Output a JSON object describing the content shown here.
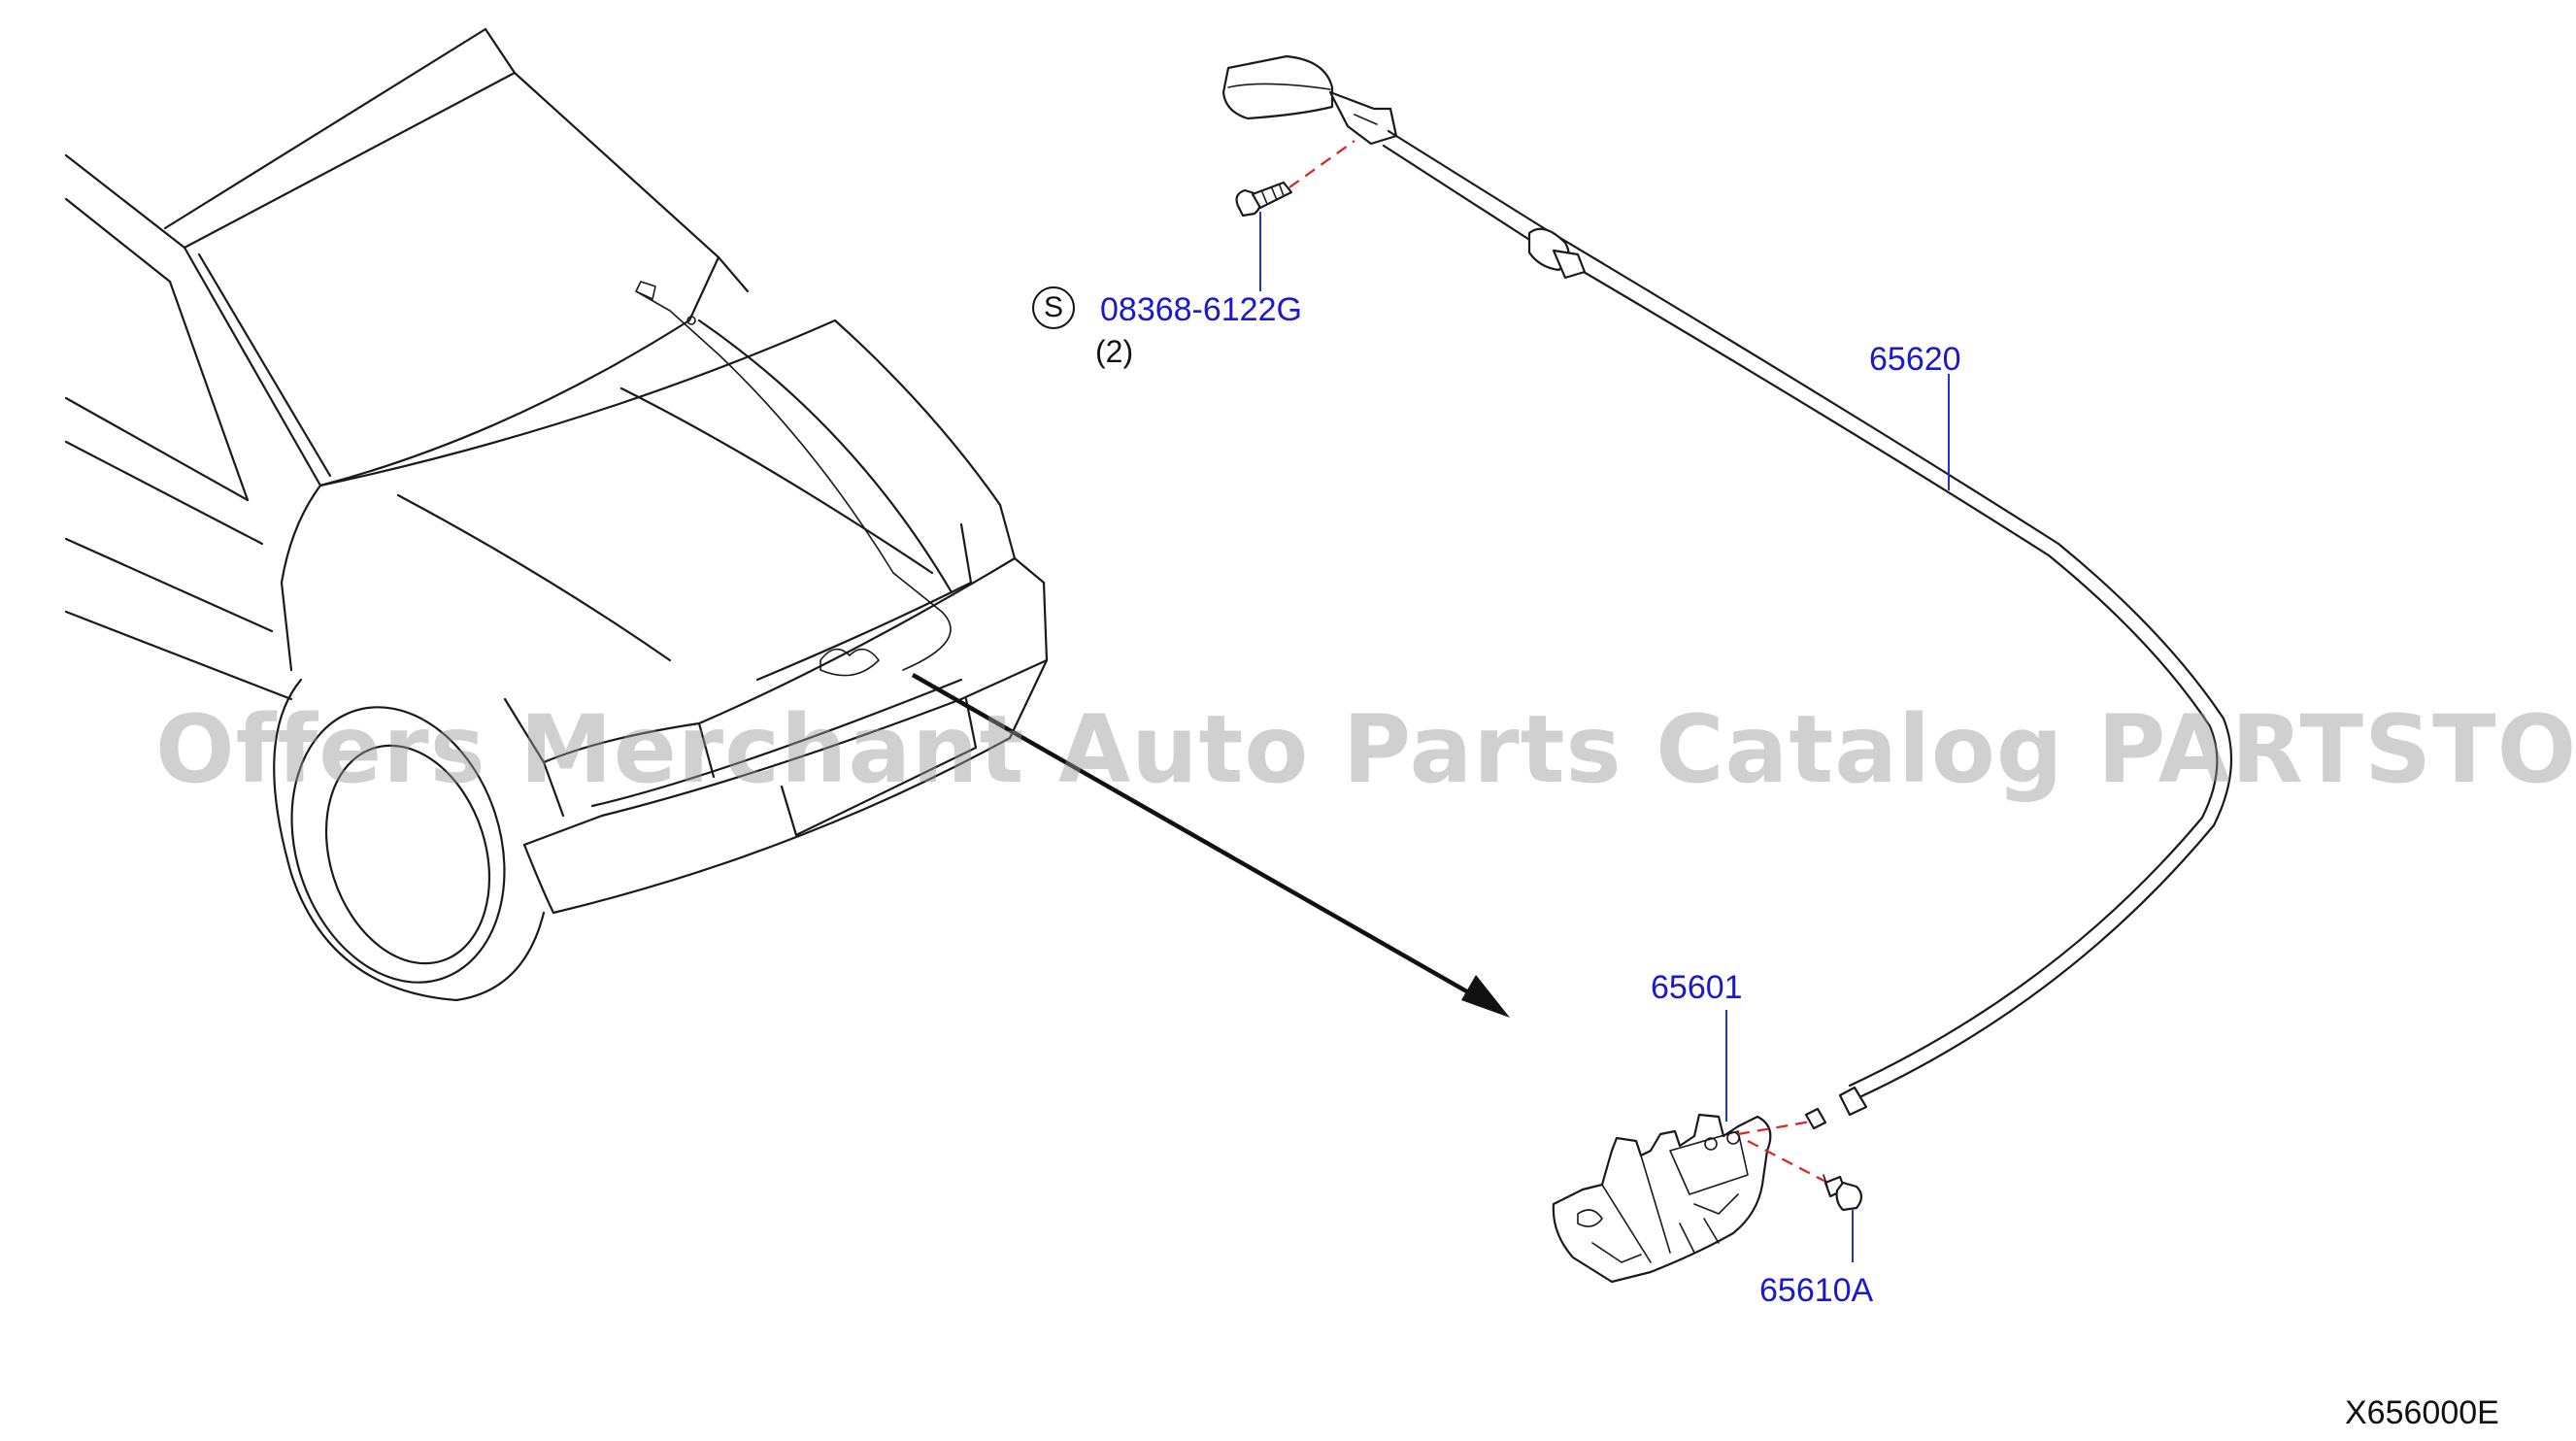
{
  "labels": {
    "bolt_part": "08368-6122G",
    "bolt_qty": "(2)",
    "supplement_symbol": "S",
    "cable": "65620",
    "lock": "65601",
    "lock_bolt": "65610A"
  },
  "watermark": "Offers Merchant Auto Parts Catalog PARTSTORE.SA",
  "diagram_code": "X656000E",
  "colors": {
    "label": "#1a1acc",
    "leader": "#2233cc",
    "alignment": "#e02020",
    "linework": "#1a1a1a"
  }
}
